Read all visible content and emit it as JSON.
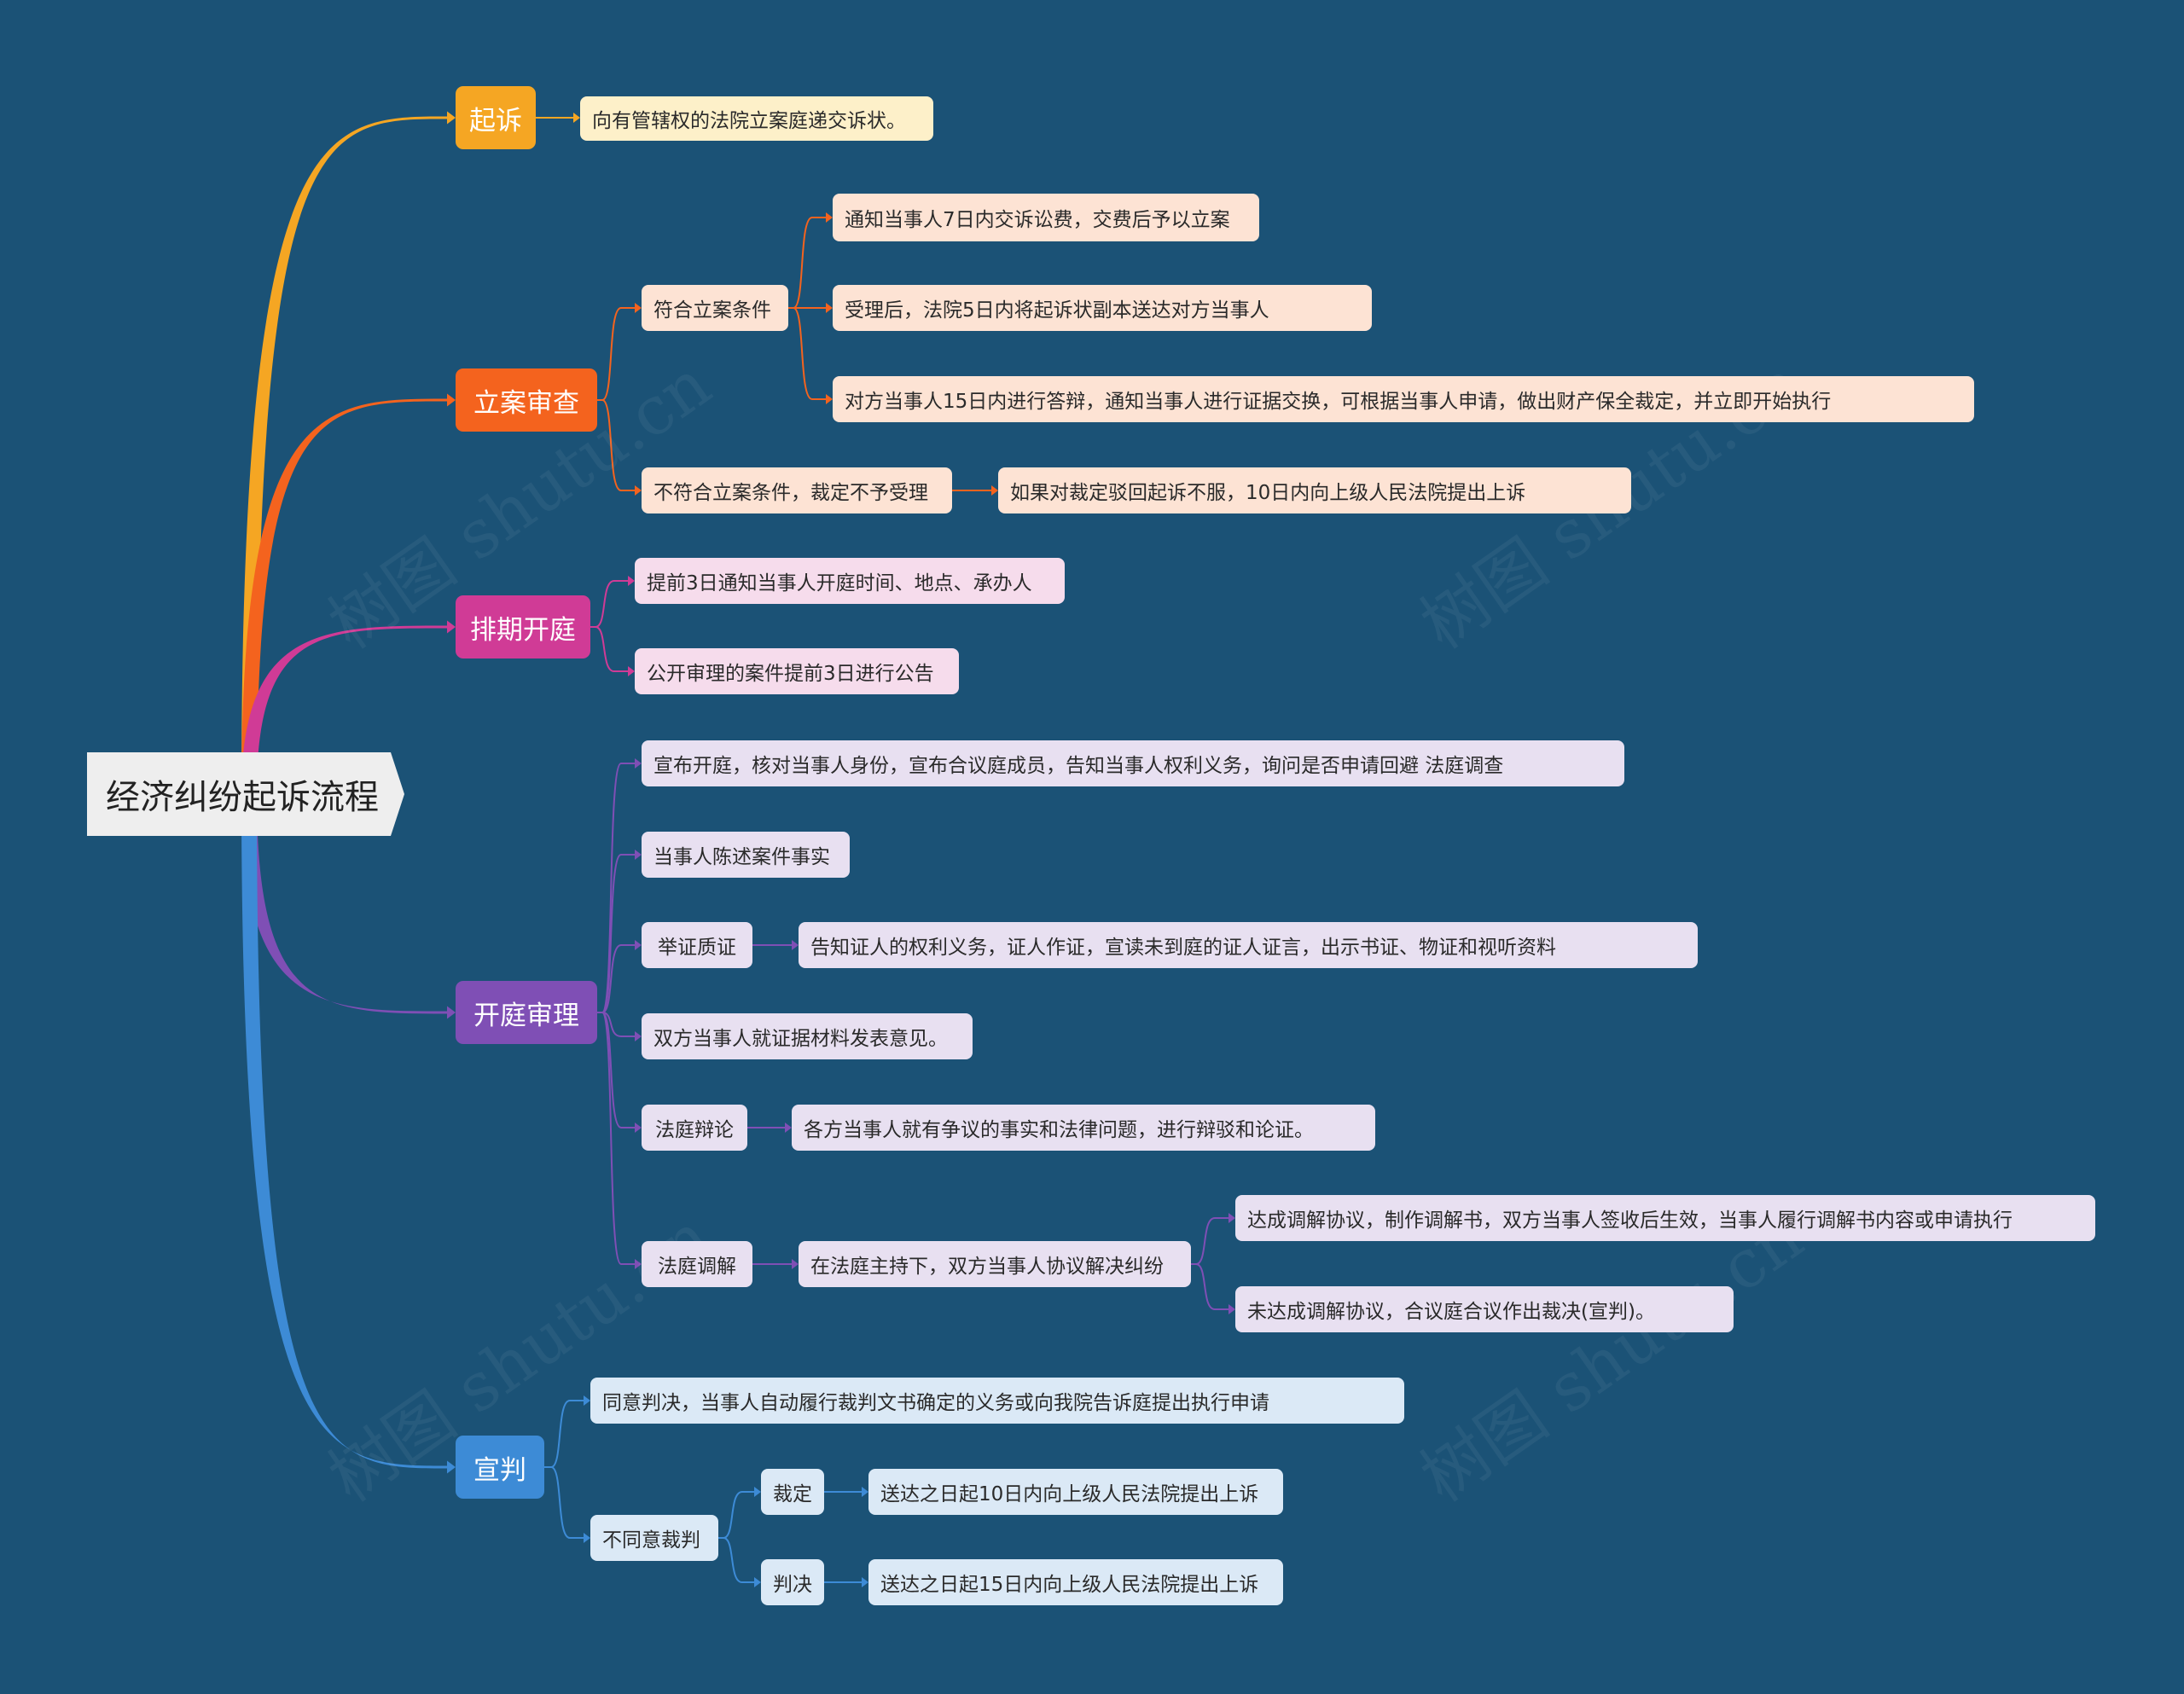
{
  "colors": {
    "background": "#1b5276",
    "root": "#eeeeee",
    "branch1": "#f5a623",
    "branch2": "#f4631e",
    "branch3": "#d03b96",
    "branch4": "#7f4fb5",
    "branch5": "#3d8bd6"
  },
  "root": {
    "label": "经济纠纷起诉流程"
  },
  "branches": [
    {
      "label": "起诉",
      "children": [
        "向有管辖权的法院立案庭递交诉状。"
      ]
    },
    {
      "label": "立案审查",
      "children": [
        {
          "label": "符合立案条件",
          "children": [
            "通知当事人7日内交诉讼费，交费后予以立案",
            "受理后，法院5日内将起诉状副本送达对方当事人",
            "对方当事人15日内进行答辩，通知当事人进行证据交换，可根据当事人申请，做出财产保全裁定，并立即开始执行"
          ]
        },
        {
          "label": "不符合立案条件，裁定不予受理",
          "children": [
            "如果对裁定驳回起诉不服，10日内向上级人民法院提出上诉"
          ]
        }
      ]
    },
    {
      "label": "排期开庭",
      "children": [
        "提前3日通知当事人开庭时间、地点、承办人",
        "公开审理的案件提前3日进行公告"
      ]
    },
    {
      "label": "开庭审理",
      "children": [
        {
          "label": "宣布开庭，核对当事人身份，宣布合议庭成员，告知当事人权利义务，询问是否申请回避 法庭调查"
        },
        {
          "label": "当事人陈述案件事实"
        },
        {
          "label": "举证质证",
          "children": [
            "告知证人的权利义务，证人作证，宣读未到庭的证人证言，出示书证、物证和视听资料"
          ]
        },
        {
          "label": "双方当事人就证据材料发表意见。"
        },
        {
          "label": "法庭辩论",
          "children": [
            "各方当事人就有争议的事实和法律问题，进行辩驳和论证。"
          ]
        },
        {
          "label": "法庭调解",
          "child": "在法庭主持下，双方当事人协议解决纠纷",
          "grandchildren": [
            "达成调解协议，制作调解书，双方当事人签收后生效，当事人履行调解书内容或申请执行",
            "未达成调解协议，合议庭合议作出裁决(宣判)。"
          ]
        }
      ]
    },
    {
      "label": "宣判",
      "children": [
        {
          "label": "同意判决，当事人自动履行裁判文书确定的义务或向我院告诉庭提出执行申请"
        },
        {
          "label": "不同意裁判",
          "children": [
            {
              "label": "裁定",
              "child": "送达之日起10日内向上级人民法院提出上诉"
            },
            {
              "label": "判决",
              "child": "送达之日起15日内向上级人民法院提出上诉"
            }
          ]
        }
      ]
    }
  ]
}
